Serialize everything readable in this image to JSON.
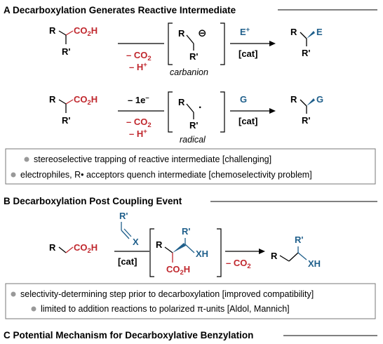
{
  "sectionA": {
    "title": "A  Decarboxylation Generates Reactive Intermediate",
    "row1": {
      "r": "R",
      "acid_co": "CO",
      "acid_sub": "2",
      "acid_h": "H",
      "rprime": "R'",
      "minus_co2_a": "– CO",
      "minus_co2_sub": "2",
      "minus_h": "– H",
      "minus_h_sup": "+",
      "int_r": "R",
      "int_rprime": "R'",
      "charge": "⊖",
      "int_label": "carbanion",
      "reagent": "E",
      "reagent_sup": "+",
      "cat": "[cat]",
      "prod_r": "R",
      "prod_e": "E",
      "prod_rprime": "R'"
    },
    "row2": {
      "r": "R",
      "acid_co": "CO",
      "acid_sub": "2",
      "acid_h": "H",
      "rprime": "R'",
      "minus_e": "– 1e",
      "minus_e_sup": "–",
      "minus_co2_a": "– CO",
      "minus_co2_sub": "2",
      "minus_h": "– H",
      "minus_h_sup": "+",
      "int_r": "R",
      "int_rprime": "R'",
      "radical_dot": "·",
      "int_label": "radical",
      "reagent": "G",
      "cat": "[cat]",
      "prod_r": "R",
      "prod_g": "G",
      "prod_rprime": "R'"
    },
    "notes": [
      "stereoselective trapping of reactive intermediate [challenging]",
      "electrophiles, R• acceptors quench intermediate [chemoselectivity problem]"
    ]
  },
  "sectionB": {
    "title": "B  Decarboxylation Post Coupling Event",
    "r": "R",
    "acid_co": "CO",
    "acid_sub": "2",
    "acid_h": "H",
    "alkene_rprime": "R'",
    "alkene_x": "X",
    "cat": "[cat]",
    "int_r": "R",
    "int_rprime": "R'",
    "int_xh": "XH",
    "int_co": "CO",
    "int_sub": "2",
    "int_h": "H",
    "minus_co2_a": "– CO",
    "minus_co2_sub": "2",
    "prod_r": "R",
    "prod_rprime": "R'",
    "prod_xh": "XH",
    "notes": [
      "selectivity-determining step prior to decarboxylation [improved compatibility]",
      "limited to addition reactions to polarized π-units [Aldol, Mannich]"
    ]
  },
  "sectionC": {
    "title": "C  Potential Mechanism for Decarboxylative Benzylation"
  }
}
